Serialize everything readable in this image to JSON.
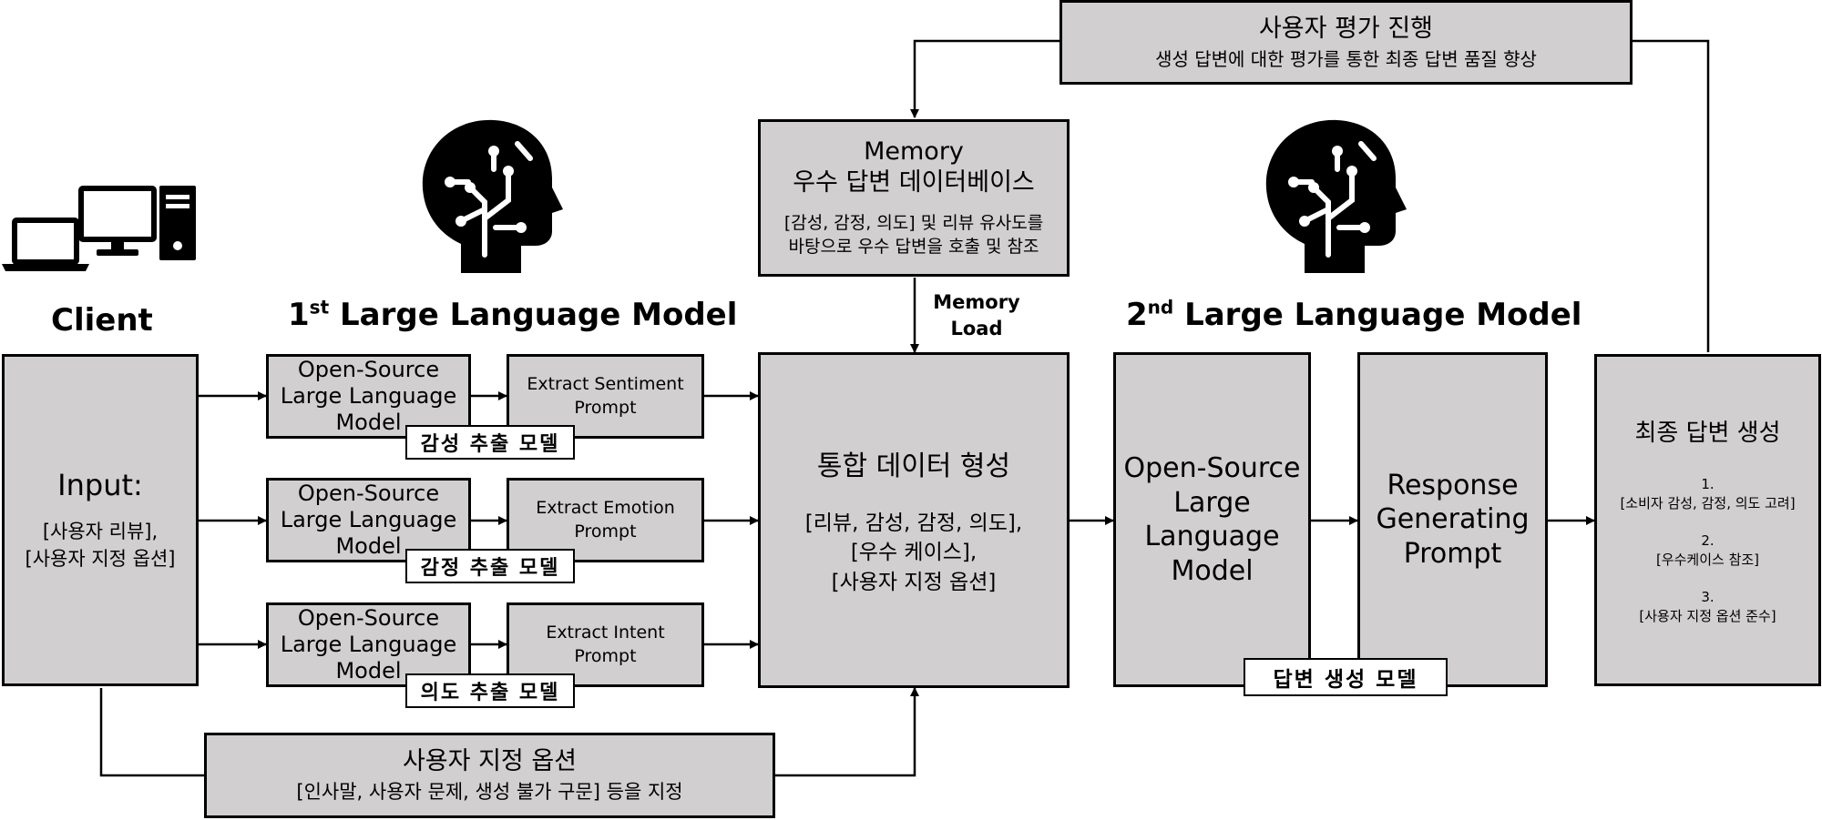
{
  "headings": {
    "client": "Client",
    "llm1_prefix": "1",
    "llm1_sup": "st",
    "llm1_suffix": " Large Language Model",
    "llm2_prefix": "2",
    "llm2_sup": "nd",
    "llm2_suffix": " Large Language Model"
  },
  "client_box": {
    "title": "Input:",
    "line1": "[사용자 리뷰],",
    "line2": "[사용자 지정 옵션]"
  },
  "llm1_rows": [
    {
      "model_l1": "Open-Source",
      "model_l2": "Large Language",
      "model_l3": "Model",
      "prompt_l1": "Extract Sentiment",
      "prompt_l2": "Prompt",
      "tag": "감성 추출 모델"
    },
    {
      "model_l1": "Open-Source",
      "model_l2": "Large Language",
      "model_l3": "Model",
      "prompt_l1": "Extract Emotion",
      "prompt_l2": "Prompt",
      "tag": "감정 추출 모델"
    },
    {
      "model_l1": "Open-Source",
      "model_l2": "Large Language",
      "model_l3": "Model",
      "prompt_l1": "Extract Intent",
      "prompt_l2": "Prompt",
      "tag": "의도 추출 모델"
    }
  ],
  "memory": {
    "title1": "Memory",
    "title2": "우수 답변 데이터베이스",
    "desc1": "[감성, 감정, 의도] 및 리뷰 유사도를",
    "desc2": "바탕으로 우수 답변을 호출 및 참조"
  },
  "memory_load": {
    "line1": "Memory",
    "line2": "Load"
  },
  "integration": {
    "title": "통합 데이터 형성",
    "line1": "[리뷰, 감성, 감정, 의도],",
    "line2": "[우수 케이스],",
    "line3": "[사용자 지정 옵션]"
  },
  "llm2_model": {
    "l1": "Open-Source",
    "l2": "Large",
    "l3": "Language",
    "l4": "Model"
  },
  "llm2_prompt": {
    "l1": "Response",
    "l2": "Generating",
    "l3": "Prompt"
  },
  "llm2_tag": "답변 생성 모델",
  "final": {
    "title": "최종 답변 생성",
    "n1": "1.",
    "i1": "[소비자 감성, 감정, 의도 고려]",
    "n2": "2.",
    "i2": "[우수케이스 참조]",
    "n3": "3.",
    "i3": "[사용자 지정 옵션 준수]"
  },
  "user_eval": {
    "title": "사용자 평가 진행",
    "desc": "생성 답변에 대한 평가를 통한 최종 답변 품질 향상"
  },
  "user_options": {
    "title": "사용자 지정 옵션",
    "desc": "[인사말, 사용자 문제, 생성 불가 구문] 등을 지정"
  },
  "colors": {
    "box_fill": "#d1cfd0",
    "stroke": "#000000",
    "tag_fill": "#ffffff"
  },
  "icons": [
    "laptop-icon",
    "desktop-monitor-icon",
    "pc-tower-icon",
    "ai-head-icon"
  ]
}
